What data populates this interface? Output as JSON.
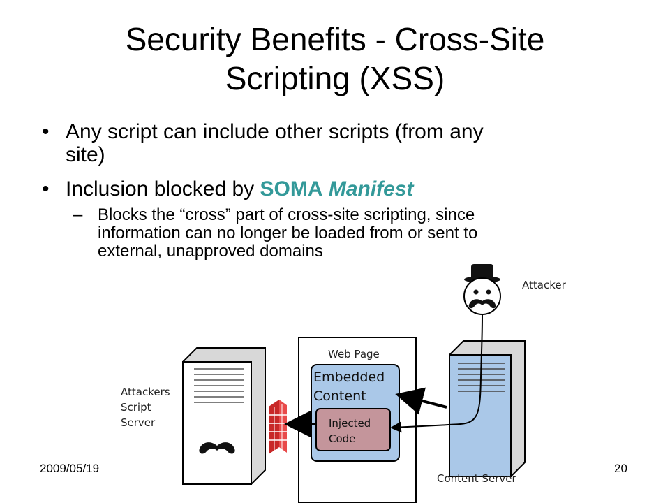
{
  "title": {
    "line1": "Security Benefits - Cross-Site",
    "line2": "Scripting (XSS)"
  },
  "bullets": {
    "b1_line1": "Any script can include other scripts (from any",
    "b1_line2": "site)",
    "b2_prefix": "Inclusion blocked by ",
    "b2_soma": "SOMA",
    "b2_manifest": "Manifest",
    "sub_line1": "Blocks the “cross” part of cross-site scripting, since",
    "sub_line2": "information can no longer be loaded from or sent to",
    "sub_line3": "external, unapproved domains",
    "bullet_glyph": "•",
    "dash_glyph": "–"
  },
  "diagram": {
    "attacker_label": "Attacker",
    "script_server_label": [
      "Attackers",
      "Script",
      "Server"
    ],
    "web_page_label": "Web Page",
    "embedded_label": [
      "Embedded",
      "Content"
    ],
    "injected_label": [
      "Injected",
      "Code"
    ],
    "content_server_label": "Content Server"
  },
  "footer": {
    "date": "2009/05/19",
    "page": "20"
  },
  "colors": {
    "accent": "#339999",
    "server_blue": "#aac8e8",
    "injected_pink": "#c4959b",
    "wall_red": "#e23b3b"
  }
}
